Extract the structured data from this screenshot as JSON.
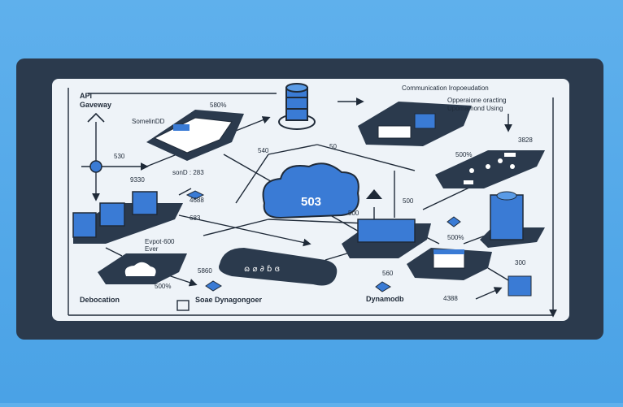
{
  "colors": {
    "background": "#55aaea",
    "frame": "#2b3a4d",
    "board": "#eef3f8",
    "accent": "#3a7bd5",
    "ink": "#1f2a38"
  },
  "labels": {
    "api_gateway_1": "API",
    "api_gateway_2": "Gaveway",
    "somelindd": "SomelinDD",
    "pct_580": "580%",
    "n540": "540",
    "n50": "50",
    "n530": "530",
    "n9330": "9330",
    "sond": "sonD : 283",
    "n4688": "4688",
    "n683": "683",
    "evpot_1": "Evpot·600",
    "evpot_2": "Ever",
    "n5860": "5860",
    "pct_500_left": "500%",
    "debocation": "Debocation",
    "soae": "Soae Dynagongoer",
    "cloud_503": "503",
    "n500_a": "500",
    "n500_b": "500",
    "pct_500_top": "500%",
    "n3828": "3828",
    "communication": "Communication Iropoeudation",
    "opperaione_1": "Opperaione oracting",
    "opperaione_2": "Upomamond Using",
    "pct_500_right": "500%",
    "n560": "560",
    "dynamodb": "Dynamodb",
    "n4388": "4388",
    "n300": "300"
  }
}
